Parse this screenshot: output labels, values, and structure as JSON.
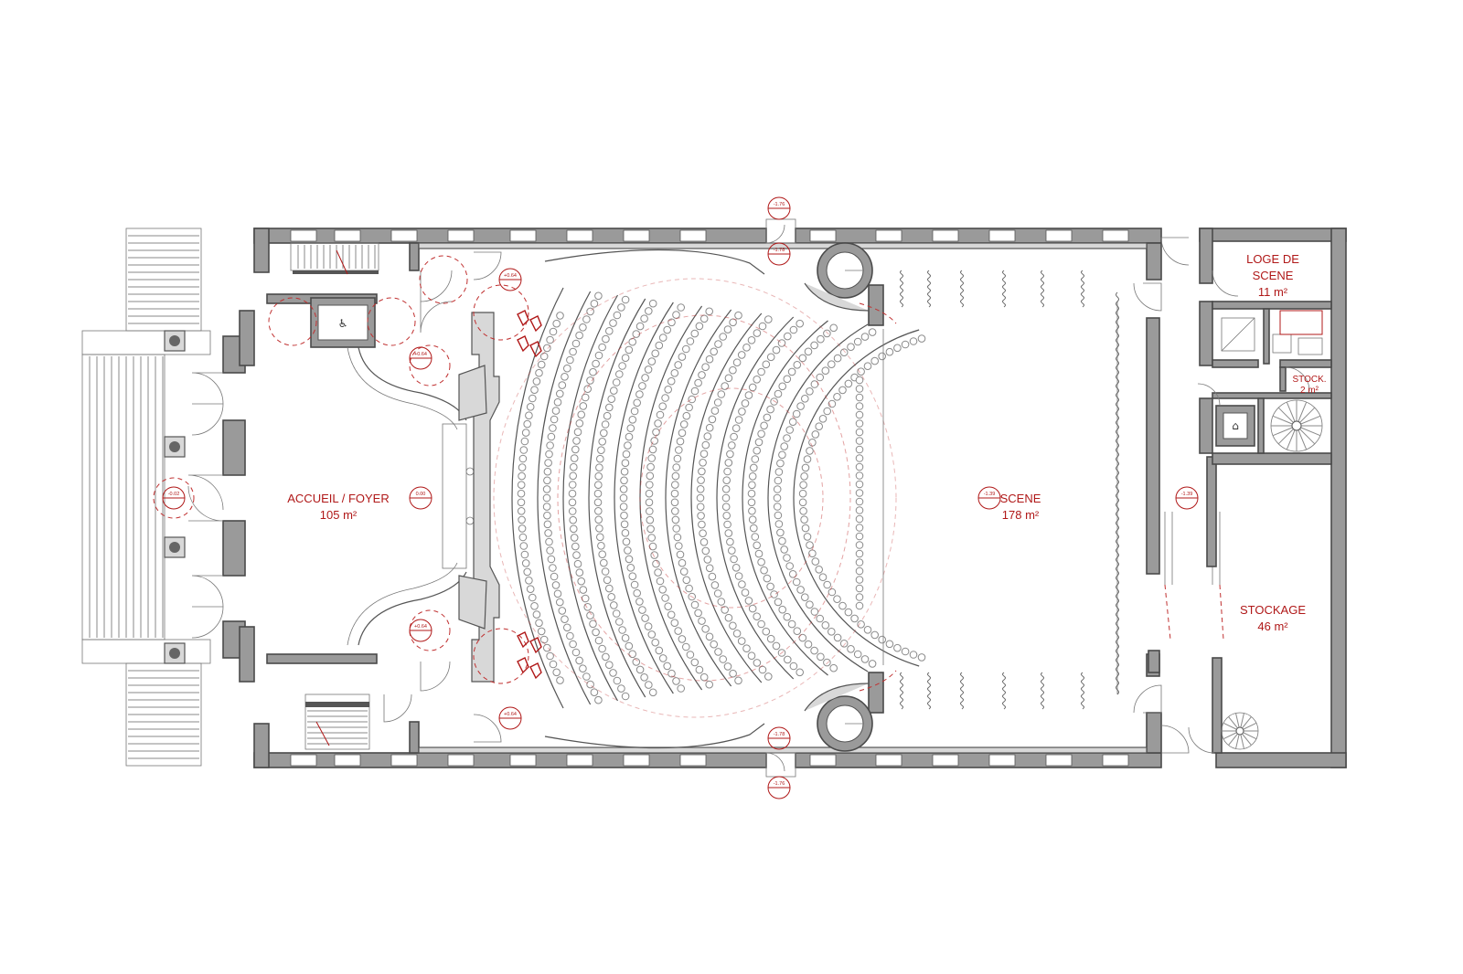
{
  "rooms": {
    "accueil": {
      "name": "ACCUEIL / FOYER",
      "area": "105 m²"
    },
    "scene": {
      "name": "SCENE",
      "area": "178 m²"
    },
    "loge": {
      "name_line1": "LOGE DE",
      "name_line2": "SCENE",
      "area": "11 m²"
    },
    "stock_small": {
      "name": "STOCK.",
      "area": "2 m²"
    },
    "stockage": {
      "name": "STOCKAGE",
      "area": "46 m²"
    }
  },
  "levels": {
    "top_outer": "-1.76",
    "top_inner": "-1.78",
    "bottom_inner": "-1.78",
    "bottom_outer": "-1.76",
    "entrance": "-0.02",
    "foyer": "0.00",
    "foyer_upper": "+0.64",
    "foyer_lower": "+0.64",
    "hall_upper": "+0.64",
    "hall_lower": "+0.64",
    "scene": "-1.39",
    "backstage": "-1.39"
  },
  "icons": {
    "elevator": "accessible-icon",
    "elevator_backstage": "shower-icon"
  },
  "colors": {
    "annotation": "#b01818",
    "wall": "#9a9a9a",
    "line": "#555555"
  }
}
